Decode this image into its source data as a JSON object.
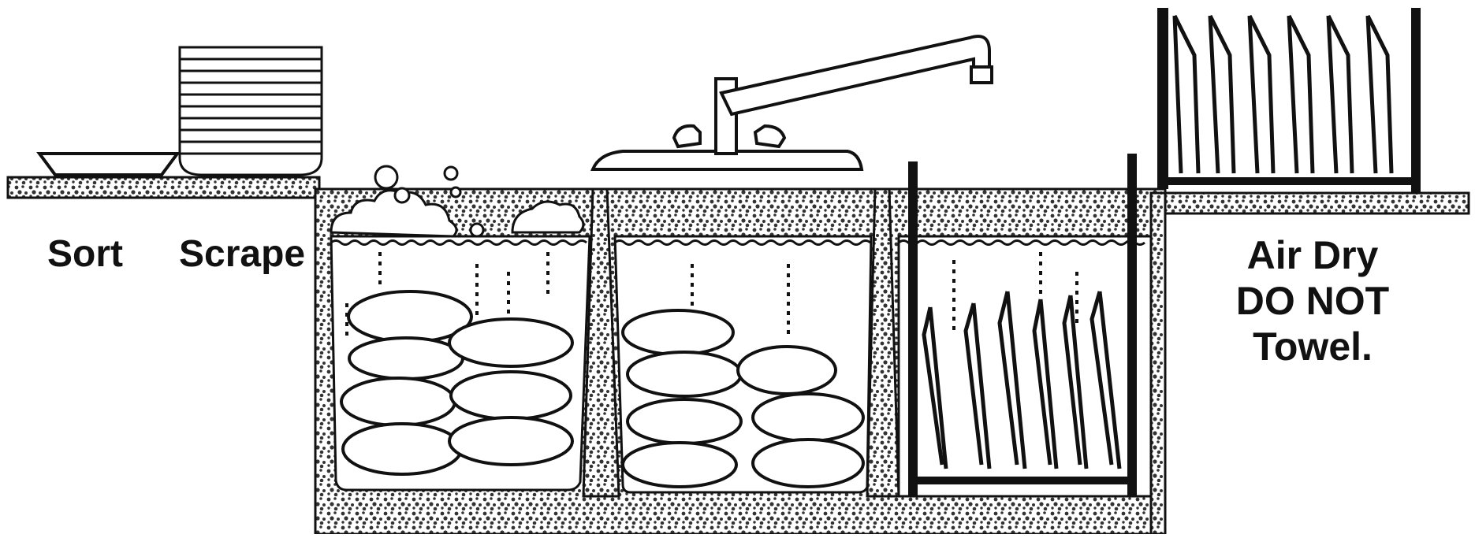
{
  "labels": {
    "sort": "Sort",
    "scrape": "Scrape",
    "air_dry": "Air Dry",
    "do_not": "DO  NOT",
    "towel": "Towel."
  },
  "colors": {
    "ink": "#111111",
    "paper": "#ffffff",
    "gravel": "#444444"
  },
  "icons": [
    "plate-stack-icon",
    "bowl-icon",
    "faucet-icon",
    "drying-rack-icon",
    "dish-rack-icon"
  ]
}
